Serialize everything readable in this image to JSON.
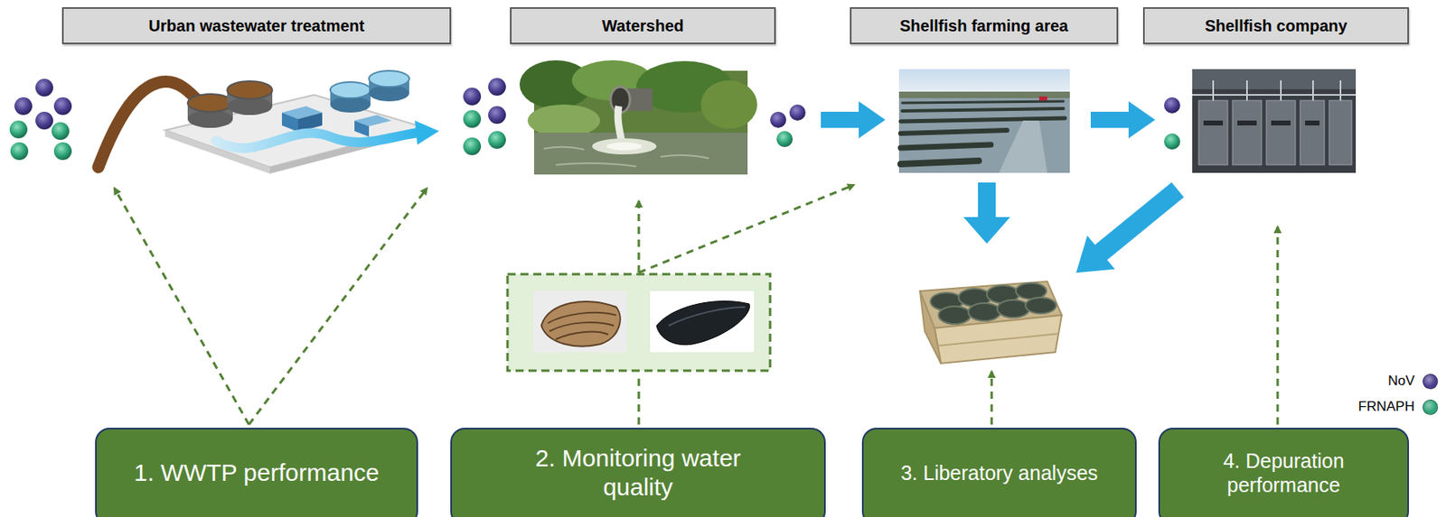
{
  "diagram": {
    "nodes": [
      {
        "text": [
          "Urban wastewater treatment"
        ]
      },
      {
        "text": [
          "Watershed"
        ]
      },
      {
        "text": [
          "Shellfish farming area"
        ]
      },
      {
        "text": [
          "Shellfish company"
        ]
      },
      {
        "text": [
          "1. WWTP performance"
        ]
      },
      {
        "text": [
          "2. Monitoring water quality"
        ]
      },
      {
        "text": [
          "3. Liberatory analyses"
        ]
      },
      {
        "text": [
          "4. Depuration performance"
        ]
      }
    ],
    "legend": [
      {
        "text": "NoV",
        "color": "#4b3f8f"
      },
      {
        "text": "FRNAPH",
        "color": "#2fa57a"
      }
    ]
  }
}
